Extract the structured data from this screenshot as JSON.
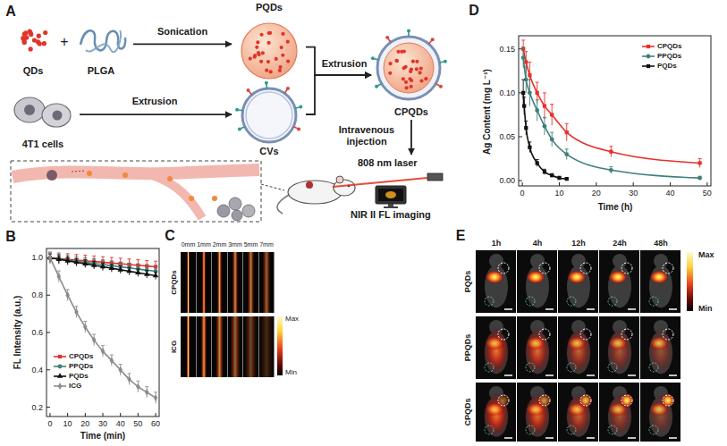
{
  "diagram": {
    "nodes": [
      {
        "text": [
          "QDs"
        ]
      },
      {
        "text": [
          "PLGA"
        ]
      },
      {
        "text": [
          "PQDs"
        ]
      },
      {
        "text": [
          "4T1 cells"
        ]
      },
      {
        "text": [
          "CVs"
        ]
      },
      {
        "text": [
          "CPQDs"
        ]
      },
      {
        "text": [
          "808 nm laser",
          "NIR II FL imaging"
        ]
      }
    ],
    "edges": [
      {
        "from": 1,
        "to": 2,
        "label": "Sonication",
        "arrow": "to"
      },
      {
        "from": 3,
        "to": 4,
        "label": "Extrusion",
        "arrow": "to"
      },
      {
        "from": 2,
        "to": 5,
        "label": "Extrusion",
        "arrow": "to"
      },
      {
        "from": 4,
        "to": 5,
        "arrow": "to"
      },
      {
        "from": 5,
        "to": 6,
        "label": "Intravenous injection",
        "arrow": "to"
      }
    ],
    "labels": [
      "A",
      "+",
      "B",
      "1.0",
      "0.8",
      "0.6",
      "0.4",
      "0.2",
      "0",
      "10",
      "20",
      "30",
      "40",
      "50",
      "60",
      "FL Intensity (a.u.)",
      "Time (min)",
      "C",
      "0mm",
      "1mm",
      "2mm",
      "3mm",
      "5mm",
      "7mm",
      "CPQDs",
      "ICG",
      "Max",
      "Min",
      "D",
      "0.15",
      "0.10",
      "0.05",
      "0.00",
      "0",
      "10",
      "20",
      "30",
      "40",
      "50",
      "Ag Content (mg L⁻¹)",
      "Time (h)",
      "E",
      "1h",
      "4h",
      "12h",
      "24h",
      "48h",
      "PQDs",
      "PPQDs",
      "CPQDs",
      "Max",
      "Min"
    ],
    "legend": [
      {
        "text": "CPQDs"
      },
      {
        "text": "PPQDs"
      },
      {
        "text": "PQDs"
      },
      {
        "text": "ICG"
      },
      {
        "text": "CPQDs"
      },
      {
        "text": "PPQDs"
      },
      {
        "text": "PQDs"
      }
    ]
  }
}
